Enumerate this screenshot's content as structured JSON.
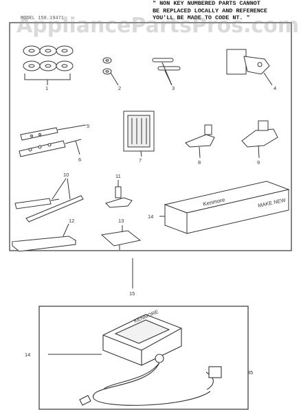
{
  "header": {
    "note_lines": [
      "\" NON KEY NUMBERED PARTS CANNOT",
      "BE REPLACED LOCALLY AND REFERENCE",
      "YOU'LL BE MADE TO CODE NT. \""
    ],
    "model_label": "MODEL 158.19471"
  },
  "watermark": "AppliancePartsPros.com",
  "parts": {
    "p1": "1",
    "p2": "2",
    "p3": "3",
    "p4": "4",
    "p5": "5",
    "p6": "6",
    "p7": "7",
    "p8": "8",
    "p9": "9",
    "p10": "10",
    "p11": "11",
    "p12": "12",
    "p13": "13",
    "p14a": "14",
    "p15": "15",
    "p14b": "14",
    "p85": "85"
  },
  "box_text": "Kenmore",
  "box_small_text": "MAKE NEW",
  "product_text": "KENMORE"
}
